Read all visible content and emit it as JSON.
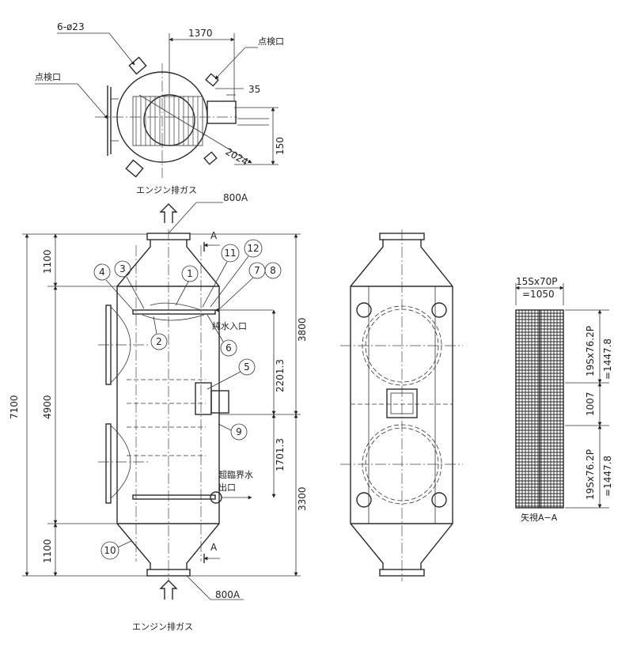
{
  "top_view": {
    "dim_holes": "6-ø23",
    "dim_width": "1370",
    "dim_35": "35",
    "dim_150": "150",
    "dim_2024": "2024",
    "inspection_port_right": "点検口",
    "inspection_port_left": "点検口",
    "caption": "エンジン排ガス"
  },
  "front_view": {
    "flange_top": "800A",
    "flange_bottom": "800A",
    "section_mark_top": "A",
    "section_mark_bottom": "A",
    "exhaust_bottom": "エンジン排ガス",
    "pure_water_inlet": "純水入口",
    "supercritical_outlet_line1": "超臨界水",
    "supercritical_outlet_line2": "出口",
    "dims": {
      "overall": "7100",
      "top_cone": "1100",
      "middle": "4900",
      "bottom_cone": "1100",
      "upper": "3800",
      "lower": "3300",
      "d2201": "2201.3",
      "d1701": "1701.3"
    },
    "callouts": [
      "1",
      "2",
      "3",
      "4",
      "5",
      "6",
      "7",
      "8",
      "9",
      "10",
      "11",
      "12"
    ]
  },
  "section_view": {
    "top_label": "15Sx70P",
    "top_value": "=1050",
    "side_top_1": "19Sx76.2P",
    "side_top_2": "=1447.8",
    "side_mid": "1007",
    "side_bot_1": "19Sx76.2P",
    "side_bot_2": "=1447.8",
    "caption": "矢視A−A"
  }
}
